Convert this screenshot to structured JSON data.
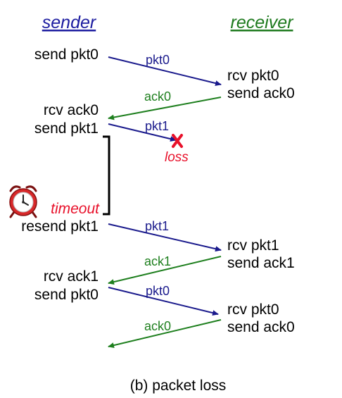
{
  "headers": {
    "sender": "sender",
    "receiver": "receiver"
  },
  "sender_events": {
    "send_pkt0_a": "send pkt0",
    "rcv_ack0": "rcv ack0",
    "send_pkt1": "send pkt1",
    "timeout": "timeout",
    "resend_pkt1": "resend pkt1",
    "rcv_ack1": "rcv ack1",
    "send_pkt0_b": "send pkt0"
  },
  "receiver_events": {
    "rcv_pkt0_a": "rcv pkt0",
    "send_ack0_a": "send ack0",
    "rcv_pkt1": "rcv pkt1",
    "send_ack1": "send ack1",
    "rcv_pkt0_b": "rcv pkt0",
    "send_ack0_b": "send ack0"
  },
  "messages": {
    "m1": "pkt0",
    "m2": "ack0",
    "m3": "pkt1",
    "m4": "pkt1",
    "m5": "ack1",
    "m6": "pkt0",
    "m7": "ack0"
  },
  "loss_label": "loss",
  "caption": "(b) packet loss",
  "colors": {
    "sender_header": "#1c1ca0",
    "receiver_header": "#1e7a1e",
    "packet": "#1a1a8c",
    "ack": "#1e7f1e",
    "loss": "#e8102a",
    "timeout": "#e8102a",
    "clock": "#d8282a"
  },
  "icons": {
    "alarm": "alarm-clock-icon",
    "loss": "x-mark-icon"
  }
}
